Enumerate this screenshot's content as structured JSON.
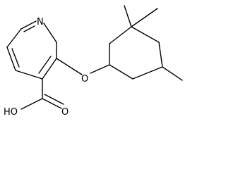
{
  "molecule": {
    "atom_labels": {
      "nitrogen": "N",
      "ether_oxygen": "O",
      "carbonyl_oxygen": "O",
      "hydroxyl": "HO"
    },
    "colors": {
      "bond": "#000000",
      "label": "#000000",
      "background": "#ffffff"
    }
  }
}
